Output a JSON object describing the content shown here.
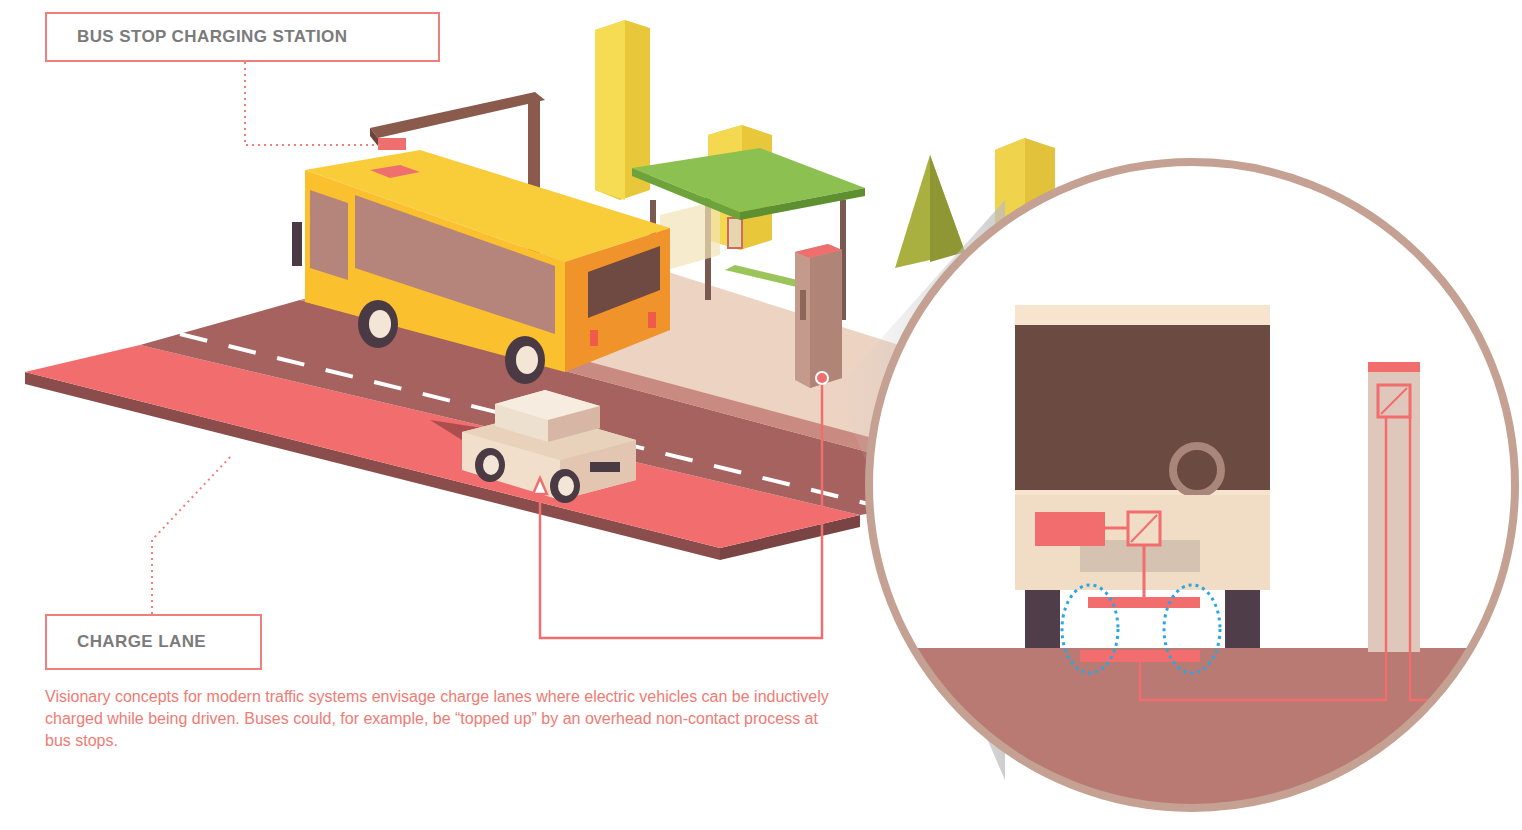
{
  "diagram": {
    "caption": "Visionary concepts for modern traffic systems envisage charge lanes where electric vehicles can be inductively charged while being driven. Buses could, for example, be “topped up” by an overhead non-contact process at bus stops.",
    "nodes": [
      {
        "text": [
          "BUS STOP CHARGING STATION"
        ]
      },
      {
        "text": [
          "CHARGE LANE"
        ]
      }
    ]
  }
}
